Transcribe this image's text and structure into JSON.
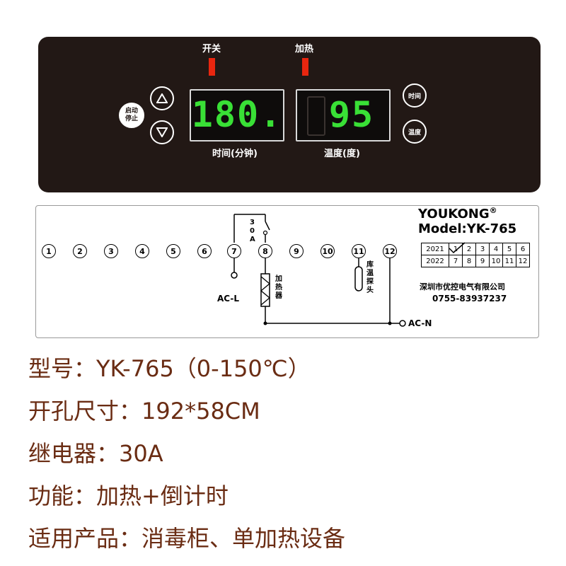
{
  "panel": {
    "power_led_label": "开关",
    "heat_led_label": "加热",
    "time_display": "180.",
    "temp_display": "95",
    "time_caption": "时间(分钟)",
    "temp_caption": "温度(度)",
    "start_stop_line1": "启动",
    "start_stop_line2": "停止",
    "time_button": "时间",
    "temp_button": "温度",
    "digit_color": "#39e036",
    "led_color": "#e8260f"
  },
  "label": {
    "terminals": [
      "1",
      "2",
      "3",
      "4",
      "5",
      "6",
      "7",
      "8",
      "9",
      "10",
      "11",
      "12"
    ],
    "brand": "YOUKONG",
    "registered": "®",
    "model": "Model:YK-765",
    "relay_rating": "30A",
    "ac_l": "AC-L",
    "ac_n": "AC-N",
    "heater": "加热器",
    "sensor": "库温探头",
    "grid_rows": [
      [
        "2021",
        "1",
        "2",
        "3",
        "4",
        "5",
        "6"
      ],
      [
        "2022",
        "7",
        "8",
        "9",
        "10",
        "11",
        "12"
      ]
    ],
    "company": "深圳市优控电气有限公司",
    "phone": "0755-83937237"
  },
  "specs": [
    "型号：YK-765（0-150℃）",
    "开孔尺寸：192*58CM",
    "继电器：30A",
    "功能：加热+倒计时",
    "适用产品：消毒柜、单加热设备"
  ]
}
